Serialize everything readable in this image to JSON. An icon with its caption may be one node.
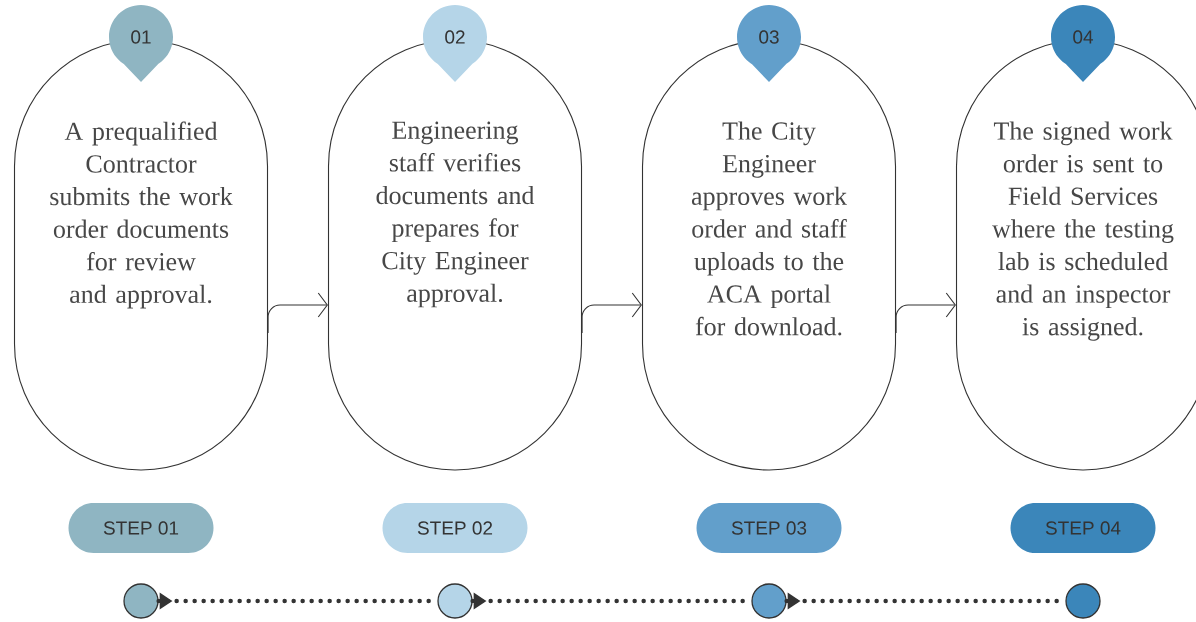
{
  "diagram": {
    "nodes": [
      {
        "text": [
          "01"
        ]
      },
      {
        "text": [
          "02"
        ]
      },
      {
        "text": [
          "03"
        ]
      },
      {
        "text": [
          "04"
        ]
      },
      {
        "text": [
          "A prequalified Contractor submits the work order documents for review and approval."
        ]
      },
      {
        "text": [
          "Engineering staff verifies documents and prepares for City Engineer approval."
        ]
      },
      {
        "text": [
          "The City Engineer approves work order and staff uploads to the ACA portal for download."
        ]
      },
      {
        "text": [
          "The signed work order is sent to Field Services where the testing lab is scheduled and an inspector is assigned."
        ]
      },
      {
        "text": [
          "STEP 01"
        ]
      },
      {
        "text": [
          "STEP 02"
        ]
      },
      {
        "text": [
          "STEP 03"
        ]
      },
      {
        "text": [
          "STEP 04"
        ]
      },
      {
        "text": [],
        "shape": "circle"
      },
      {
        "text": [],
        "shape": "circle"
      },
      {
        "text": [],
        "shape": "circle"
      },
      {
        "text": [],
        "shape": "circle"
      }
    ],
    "edges": [
      {
        "from": 4,
        "to": 5,
        "arrow": "to"
      },
      {
        "from": 5,
        "to": 6,
        "arrow": "to"
      },
      {
        "from": 6,
        "to": 7,
        "arrow": "to"
      },
      {
        "from": 12,
        "to": 13,
        "arrow": "to",
        "style": "dashed"
      },
      {
        "from": 13,
        "to": 14,
        "arrow": "to",
        "style": "dashed"
      },
      {
        "from": 14,
        "to": 15,
        "arrow": "to",
        "style": "dashed"
      }
    ]
  }
}
